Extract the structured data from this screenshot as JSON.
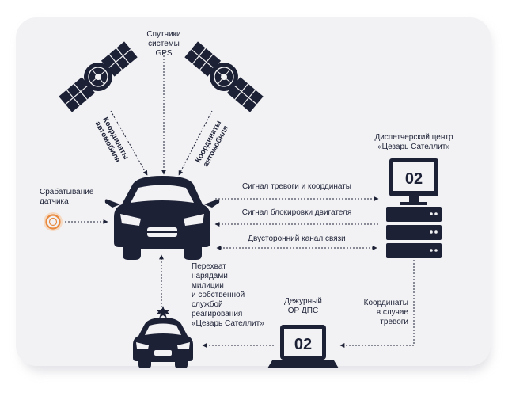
{
  "satellites_label": [
    "Спутники",
    "системы",
    "GPS"
  ],
  "left_beam_label": [
    "Координаты",
    "автомобиля"
  ],
  "right_beam_label": [
    "Координаты",
    "автомобиля"
  ],
  "dispatch_label": [
    "Диспетчерский центр",
    "«Цезарь Сателлит»"
  ],
  "monitor_number": "02",
  "sensor_label": [
    "Срабатывание",
    "датчика"
  ],
  "signals": {
    "alarm": "Сигнал тревоги и координаты",
    "block": "Сигнал блокировки двигателя",
    "duplex": "Двусторонний канал связи"
  },
  "intercept_label": [
    "Перехват",
    "нарядами",
    "милиции",
    "и собственной",
    "службой",
    "реагирования",
    "«Цезарь Сателлит»"
  ],
  "duty_label": [
    "Дежурный",
    "ОР ДПС"
  ],
  "laptop_number": "02",
  "alarm_coords_label": [
    "Координаты",
    "в случае",
    "тревоги"
  ],
  "colors": {
    "navy": "#1d2136",
    "accent": "#e8893e",
    "background": "#f2f2f4"
  }
}
